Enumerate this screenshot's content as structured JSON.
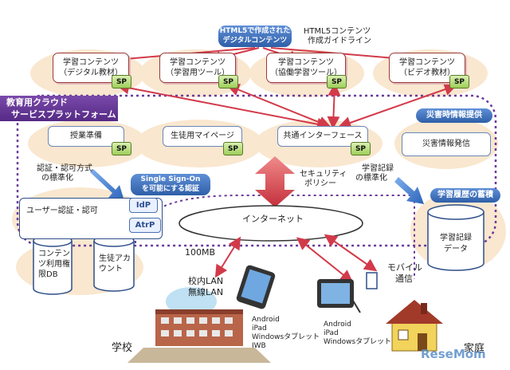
{
  "header": {
    "digital_content_badge": [
      "HTML5で作成された",
      "デジタルコンテンツ"
    ],
    "guideline": [
      "HTML5コンテンツ",
      "作成ガイドライン"
    ]
  },
  "contents": [
    {
      "line1": "学習コンテンツ",
      "line2": "（デジタル教材）",
      "badge": "SP"
    },
    {
      "line1": "学習コンテンツ",
      "line2": "（学習用ツール）",
      "badge": "SP"
    },
    {
      "line1": "学習コンテンツ",
      "line2": "（協働学習ツール）",
      "badge": "SP"
    },
    {
      "line1": "学習コンテンツ",
      "line2": "（ビデオ教材）",
      "badge": "SP"
    }
  ],
  "platform_title": [
    "教育用クラウド",
    "サービスプラットフォーム"
  ],
  "services": [
    {
      "label": "授業準備",
      "badge": "SP"
    },
    {
      "label": "生徒用マイページ",
      "badge": "SP"
    },
    {
      "label": "共通インターフェース",
      "badge": "SP"
    }
  ],
  "disaster": {
    "badge": "災害時情報提供",
    "box": "災害情報発信"
  },
  "auth": {
    "standard_label": [
      "認証・認可方式",
      "の標準化"
    ],
    "sso_badge": [
      "Single Sign-On",
      "を可能にする認証"
    ],
    "box_label": "ユーザー認証・認可",
    "idp": "IdP",
    "atrp": "AtrP",
    "db1": [
      "コンテン",
      "ツ利用権",
      "限DB"
    ],
    "db2": [
      "生徒アカ",
      "ウント"
    ]
  },
  "security": [
    "セキュリティ",
    "ポリシー"
  ],
  "record_standard": [
    "学習記録",
    "の標準化"
  ],
  "record_badge": "学習履歴の蓄積",
  "record_db": [
    "学習記録",
    "データ"
  ],
  "internet": "インターネット",
  "bandwidth": "100MB",
  "school_lan": [
    "校内LAN",
    "無線LAN"
  ],
  "school_devices": [
    "Android",
    "iPad",
    "Windowsタブレット",
    "IWB"
  ],
  "mobile": [
    "モバイル",
    "通信"
  ],
  "home_devices": [
    "Android",
    "iPad",
    "Windowsタブレット"
  ],
  "school_label": "学校",
  "home_label": "家庭",
  "watermark": "ReseMom",
  "colors": {
    "arrow_red": "#d23a4a",
    "arrow_blue": "#2f6fc9",
    "platform_purple": "#6a3a9a",
    "cloud": "#f6d9b4"
  }
}
